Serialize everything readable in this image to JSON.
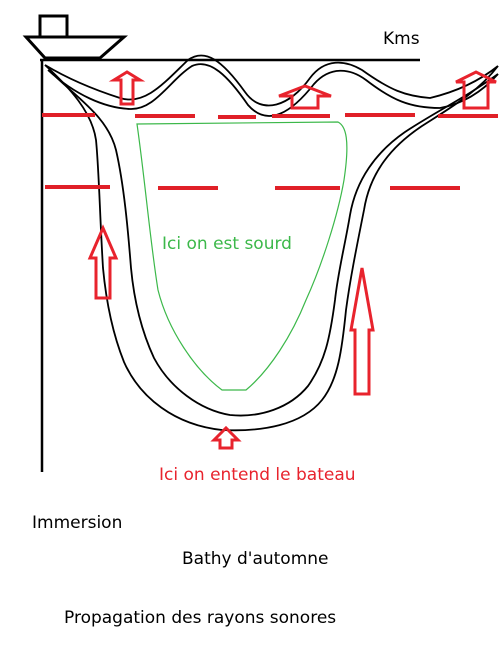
{
  "labels": {
    "distance_axis": "Kms",
    "silent_zone": "Ici on est sourd",
    "convergence_zone": "Ici on entend le bateau",
    "depth_axis": "Immersion",
    "bathy_title": "Bathy d'automne",
    "caption": "Propagation des rayons sonores"
  },
  "colors": {
    "ink": "#000000",
    "ray_arrow": "#e8232d",
    "layer_line": "#e02028",
    "shadow_zone": "#3cb84a"
  },
  "icons": {
    "ship": "ship-icon",
    "ray_arrow": "up-arrow-icon"
  }
}
